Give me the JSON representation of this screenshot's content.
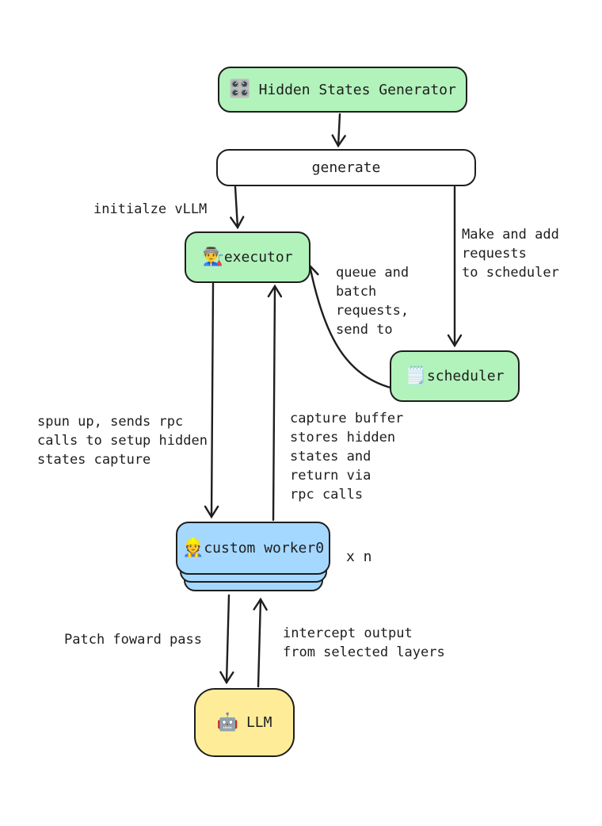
{
  "nodes": {
    "generator": {
      "icon": "🎛️",
      "label": "Hidden States Generator",
      "fill": "#b2f2bb"
    },
    "generate": {
      "label": "generate",
      "fill": "#ffffff"
    },
    "executor": {
      "icon": "👨‍🏭",
      "label": "executor",
      "fill": "#b2f2bb"
    },
    "scheduler": {
      "icon": "🗒️",
      "label": "scheduler",
      "fill": "#b2f2bb"
    },
    "worker": {
      "icon": "👷",
      "label": "custom worker0",
      "fill": "#a5d8ff",
      "multiplier": "x n"
    },
    "llm": {
      "icon": "🤖",
      "label": "LLM",
      "fill": "#ffec99"
    }
  },
  "labels": {
    "initialize": "initialze vLLM",
    "make_requests": "Make and add\nrequests\nto scheduler",
    "queue_batch": "queue and\nbatch\nrequests,\nsend to",
    "spun_up": "spun up, sends rpc\ncalls to setup hidden\nstates capture",
    "capture_buffer": "capture buffer\nstores hidden\nstates and\nreturn via\nrpc calls",
    "patch_forward": "Patch foward pass",
    "intercept": "intercept output\nfrom selected layers"
  },
  "colors": {
    "stroke": "#1e1e1e",
    "green": "#b2f2bb",
    "blue": "#a5d8ff",
    "yellow": "#ffec99",
    "background": "#ffffff"
  }
}
